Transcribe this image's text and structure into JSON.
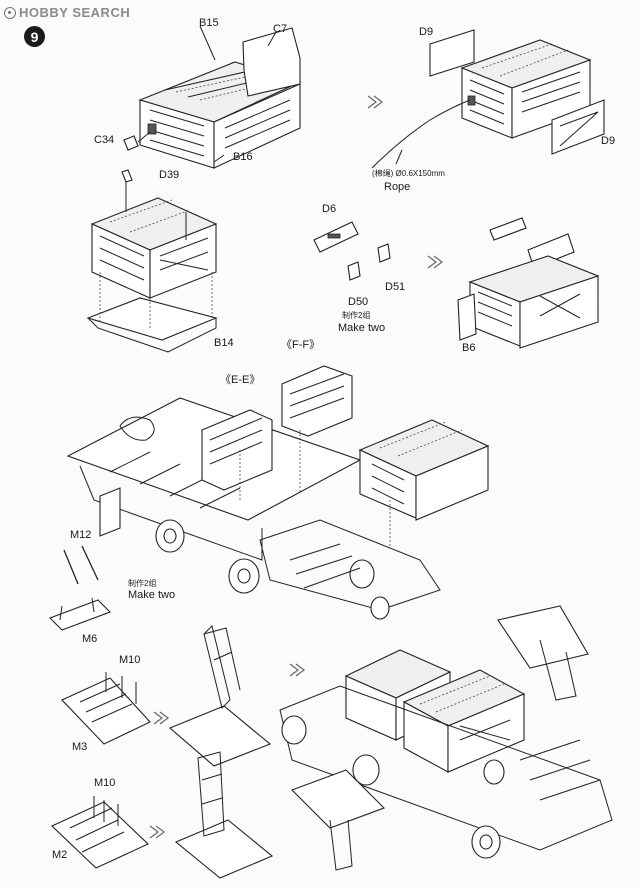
{
  "header": {
    "brand": "HOBBY SEARCH",
    "step_number": "9"
  },
  "labels": {
    "b15": "B15",
    "c7": "C7",
    "c34": "C34",
    "b16": "B16",
    "d9_top": "D9",
    "d9_bottom": "D9",
    "rope_spec": "(棉绳) Ø0.6X150mm",
    "rope": "Rope",
    "d39": "D39",
    "b14": "B14",
    "d6": "D6",
    "d50": "D50",
    "d51": "D51",
    "make_two_cn_1": "制作2组",
    "make_two_1": "Make two",
    "b6": "B6",
    "section_ee": "《E-E》",
    "section_ff": "《F-F》",
    "m12": "M12",
    "make_two_cn_2": "制作2组",
    "make_two_2": "Make two",
    "m6": "M6",
    "m10_top": "M10",
    "m3": "M3",
    "m10_bottom": "M10",
    "m2": "M2"
  }
}
